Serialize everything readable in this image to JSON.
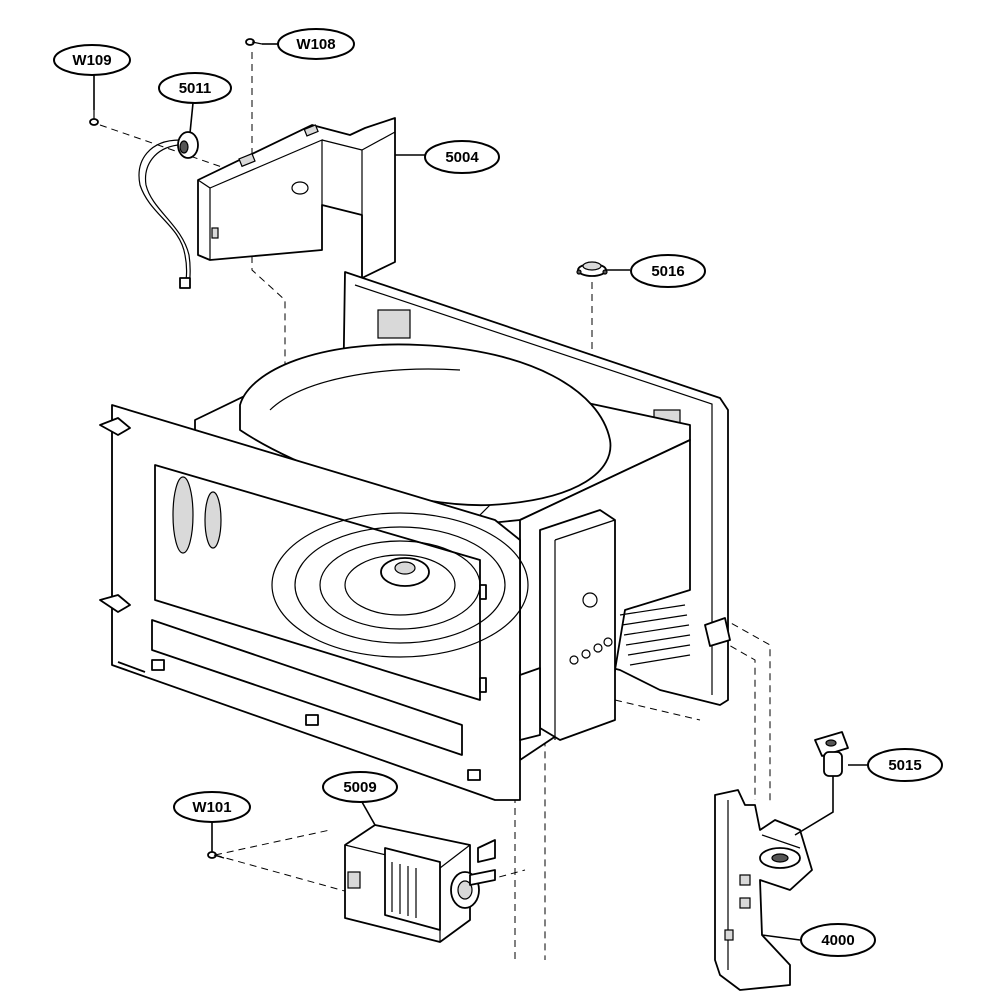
{
  "callouts": {
    "w109": "W109",
    "w108": "W108",
    "p5011": "5011",
    "p5004": "5004",
    "p5016": "5016",
    "p5015": "5015",
    "w101": "W101",
    "p5009": "5009",
    "p4000": "4000"
  }
}
